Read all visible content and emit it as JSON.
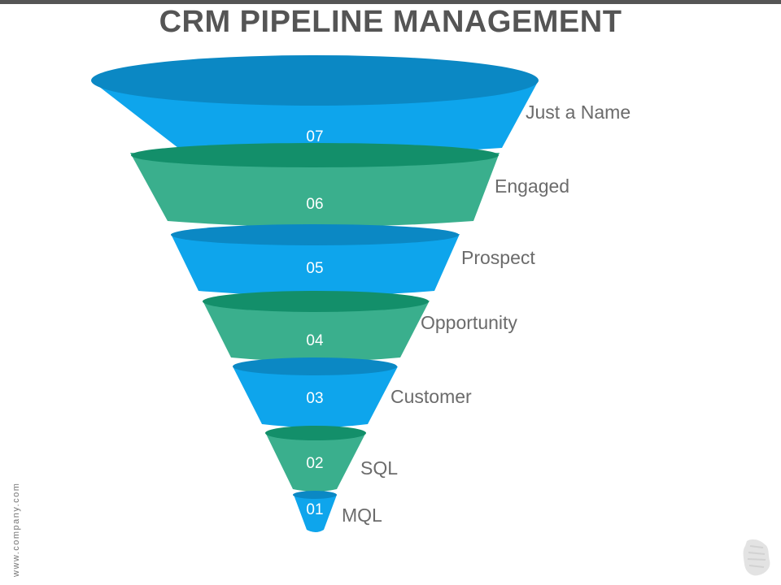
{
  "title": "CRM PIPELINE MANAGEMENT",
  "colors": {
    "blue": "#0ea5ec",
    "blue_dark": "#0b88c4",
    "green": "#3aaf8d",
    "green_dark": "#138f6a",
    "label": "#6b6b6b"
  },
  "stages": [
    {
      "number": "07",
      "label": "Just a Name",
      "color": "blue"
    },
    {
      "number": "06",
      "label": "Engaged",
      "color": "green"
    },
    {
      "number": "05",
      "label": "Prospect",
      "color": "blue"
    },
    {
      "number": "04",
      "label": "Opportunity",
      "color": "green"
    },
    {
      "number": "03",
      "label": "Customer",
      "color": "blue"
    },
    {
      "number": "02",
      "label": "SQL",
      "color": "green"
    },
    {
      "number": "01",
      "label": "MQL",
      "color": "blue"
    }
  ],
  "footer": {
    "url": "www.company.com"
  },
  "logo": {
    "icon": "brush-stroke-logo"
  }
}
